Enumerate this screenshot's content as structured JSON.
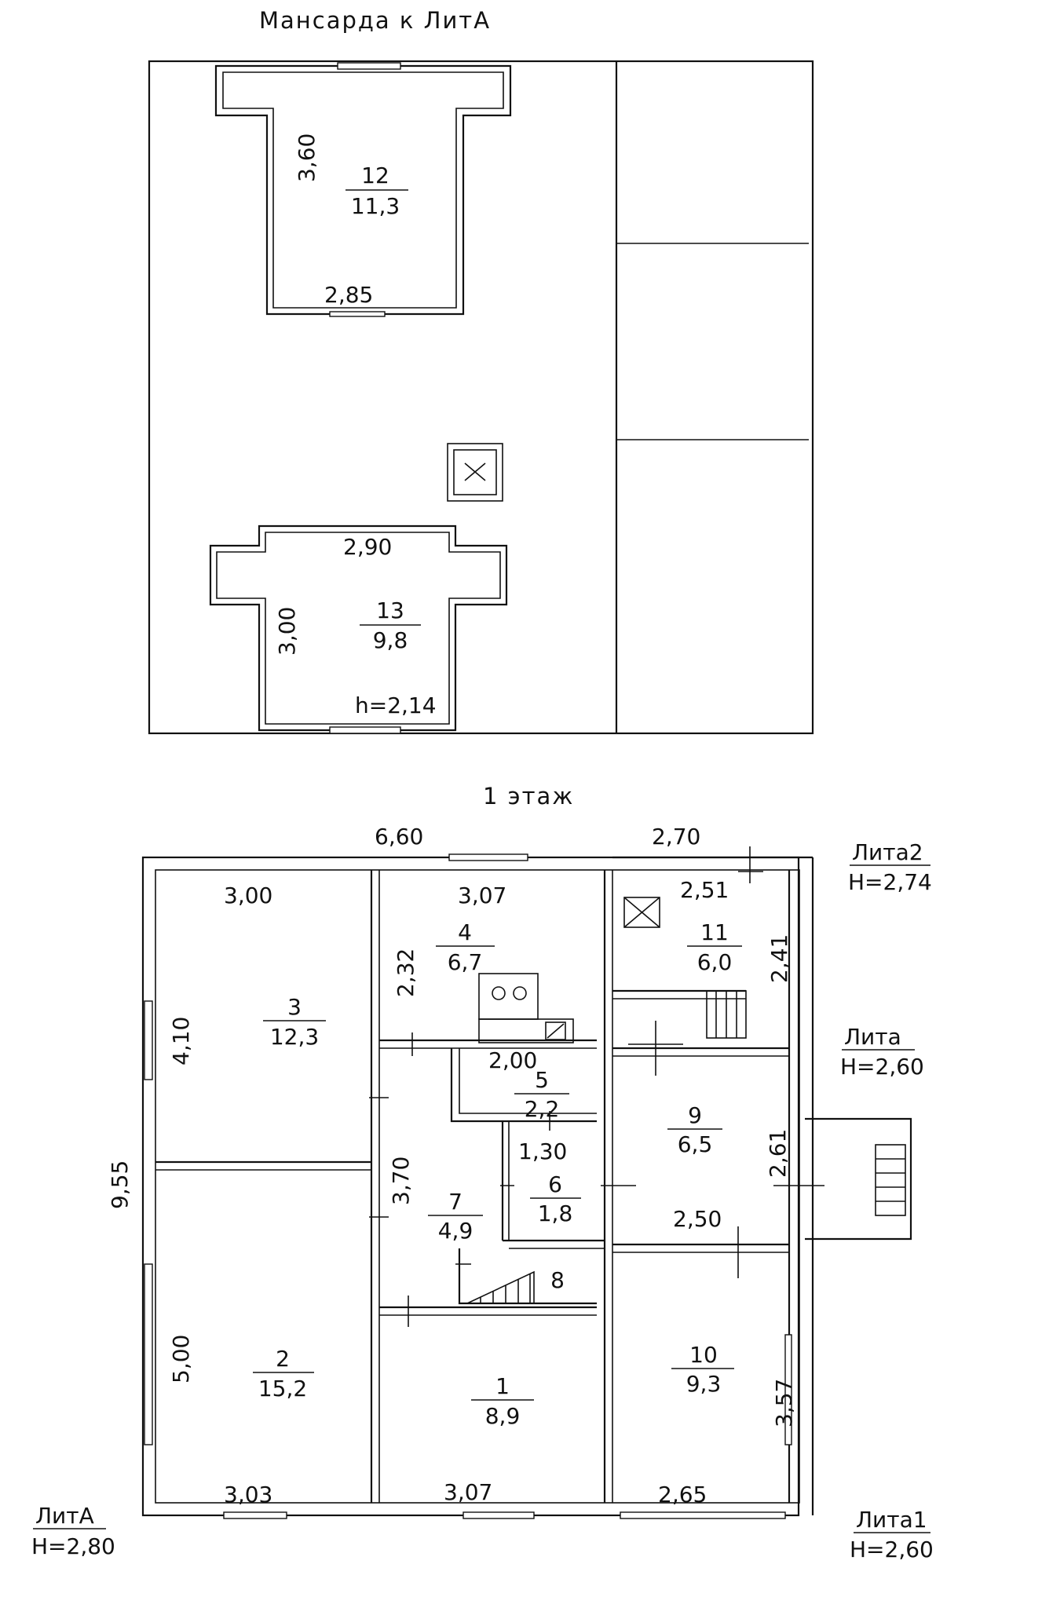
{
  "mansard": {
    "title": "Мансарда к ЛитА",
    "rooms": [
      {
        "num": "12",
        "area": "11,3"
      },
      {
        "num": "13",
        "area": "9,8"
      }
    ],
    "dims": {
      "r12_h": "3,60",
      "r12_w": "2,85",
      "r13_w": "2,90",
      "r13_h": "3,00"
    },
    "height_note": "h=2,14"
  },
  "floor1": {
    "title": "1 этаж",
    "dims": {
      "overall_width": "6,60",
      "annex_width": "2,70",
      "overall_height": "9,55",
      "r3_w": "3,00",
      "r3_h": "4,10",
      "r4_w": "3,07",
      "r4_h": "2,32",
      "r11_w": "2,51",
      "r11_h": "2,41",
      "r5_w": "2,00",
      "r6_w": "1,30",
      "r7_h": "3,70",
      "r9_h": "2,61",
      "r9_w": "2,50",
      "r2_h": "5,00",
      "r2_w": "3,03",
      "r1_w": "3,07",
      "r10_h": "3,57",
      "r10_w": "2,65"
    },
    "rooms": [
      {
        "num": "1",
        "area": "8,9"
      },
      {
        "num": "2",
        "area": "15,2"
      },
      {
        "num": "3",
        "area": "12,3"
      },
      {
        "num": "4",
        "area": "6,7"
      },
      {
        "num": "5",
        "area": "2,2"
      },
      {
        "num": "6",
        "area": "1,8"
      },
      {
        "num": "7",
        "area": "4,9"
      },
      {
        "num": "8",
        "area": ""
      },
      {
        "num": "9",
        "area": "6,5"
      },
      {
        "num": "10",
        "area": "9,3"
      },
      {
        "num": "11",
        "area": "6,0"
      }
    ],
    "labels": {
      "lita2_name": "Лита2",
      "lita2_h": "Н=2,74",
      "lita_name": "Лита",
      "lita_h": "Н=2,60",
      "litA_name": "ЛитА",
      "litA_h": "Н=2,80",
      "lita1_name": "Лита1",
      "lita1_h": "Н=2,60"
    }
  }
}
